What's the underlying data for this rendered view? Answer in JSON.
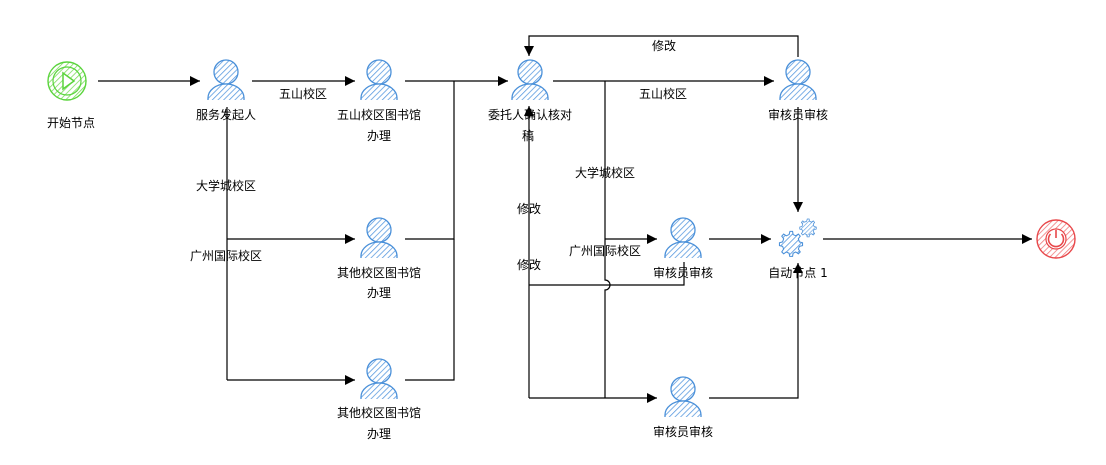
{
  "nodes": {
    "start": {
      "label": "开始节点",
      "type": "start-event",
      "color": "#5ad43c"
    },
    "initiator": {
      "label": "服务发起人",
      "type": "user-task"
    },
    "wushan_lib": {
      "label_line1": "五山校区图书馆",
      "label_line2": "办理",
      "type": "user-task"
    },
    "other_lib_1": {
      "label_line1": "其他校区图书馆",
      "label_line2": "办理",
      "type": "user-task"
    },
    "other_lib_2": {
      "label_line1": "其他校区图书馆",
      "label_line2": "办理",
      "type": "user-task"
    },
    "confirm": {
      "label_line1": "委托人确认核对",
      "label_line2": "稿",
      "type": "user-task"
    },
    "reviewer_top": {
      "label": "审核员审核",
      "type": "user-task"
    },
    "reviewer_mid": {
      "label": "审核员审核",
      "type": "user-task"
    },
    "reviewer_bottom": {
      "label": "审核员审核",
      "type": "user-task"
    },
    "auto": {
      "label": "自动节点 1",
      "type": "service-task"
    },
    "end": {
      "label": "",
      "type": "end-event",
      "color": "#e8474a"
    }
  },
  "edge_labels": {
    "wushan_1": "五山校区",
    "university_city_1": "大学城校区",
    "guangzhou_intl_1": "广州国际校区",
    "modify_top": "修改",
    "wushan_2": "五山校区",
    "university_city_2": "大学城校区",
    "guangzhou_intl_2": "广州国际校区",
    "modify_1": "修改",
    "modify_2": "修改"
  },
  "colors": {
    "user_icon": "#4a90d9",
    "edge": "#000000"
  }
}
